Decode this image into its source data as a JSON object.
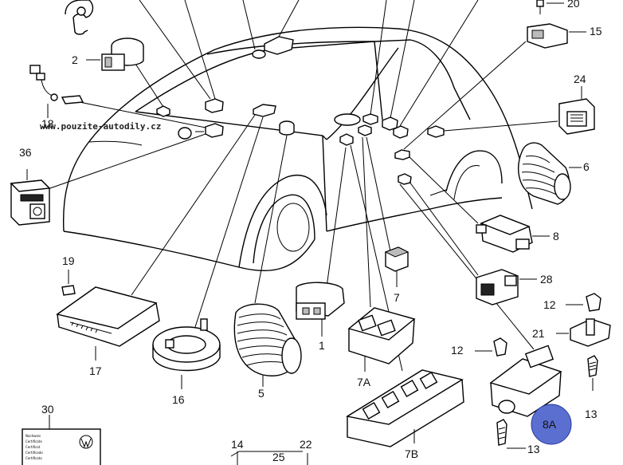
{
  "watermark": "www.pouzite-autodily.cz",
  "callouts": {
    "c1": "1",
    "c2": "2",
    "c5": "5",
    "c6": "6",
    "c7": "7",
    "c7A": "7A",
    "c7B": "7B",
    "c8": "8",
    "c8A": "8A",
    "c12a": "12",
    "c12b": "12",
    "c13a": "13",
    "c13b": "13",
    "c14": "14",
    "c15": "15",
    "c16": "16",
    "c17": "17",
    "c18": "18",
    "c19": "19",
    "c20": "20",
    "c21": "21",
    "c22": "22",
    "c24": "24",
    "c25": "25",
    "c28": "28",
    "c30": "30",
    "c36": "36"
  },
  "highlight_color": "#5b6fd0"
}
